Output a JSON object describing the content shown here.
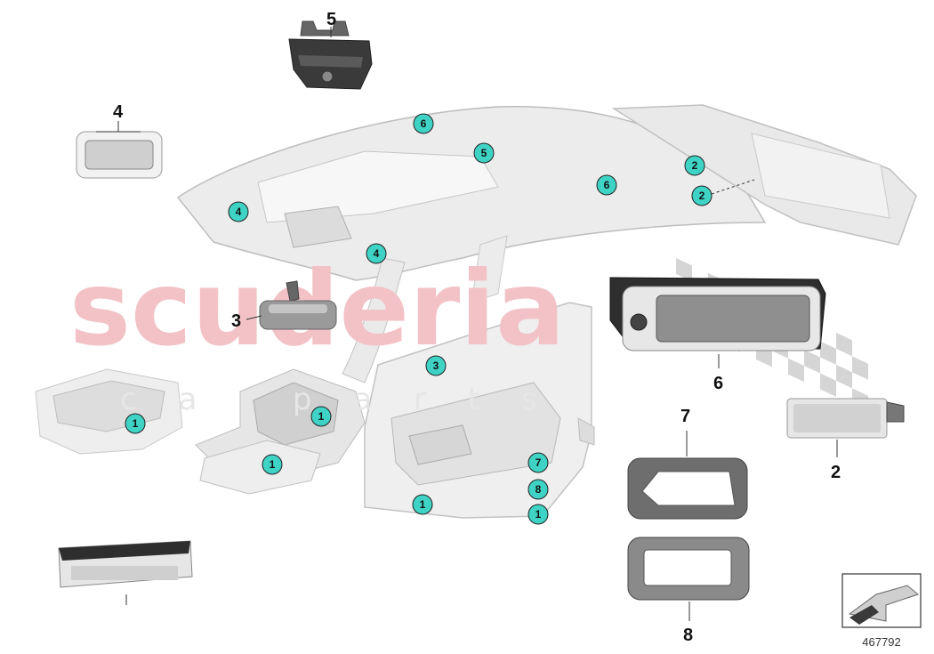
{
  "watermark": {
    "brand": "scuderia",
    "subtitle": "c a r   p a r t s"
  },
  "diagram_number": "467792",
  "callouts": [
    {
      "id": "5",
      "text": "5"
    },
    {
      "id": "4",
      "text": "4"
    },
    {
      "id": "3",
      "text": "3"
    },
    {
      "id": "6",
      "text": "6"
    },
    {
      "id": "7",
      "text": "7"
    },
    {
      "id": "2",
      "text": "2"
    },
    {
      "id": "8",
      "text": "8"
    }
  ],
  "badges": [
    {
      "text": "6"
    },
    {
      "text": "5"
    },
    {
      "text": "2"
    },
    {
      "text": "2"
    },
    {
      "text": "6"
    },
    {
      "text": "4"
    },
    {
      "text": "4"
    },
    {
      "text": "3"
    },
    {
      "text": "1"
    },
    {
      "text": "1"
    },
    {
      "text": "1"
    },
    {
      "text": "7"
    },
    {
      "text": "8"
    },
    {
      "text": "1"
    },
    {
      "text": "1"
    }
  ],
  "colors": {
    "badge_fill": "#3fd3c6",
    "watermark_red": "#f5c7cb",
    "part_gray": "#d8d8d8",
    "dark_part": "#3a3a3a"
  }
}
